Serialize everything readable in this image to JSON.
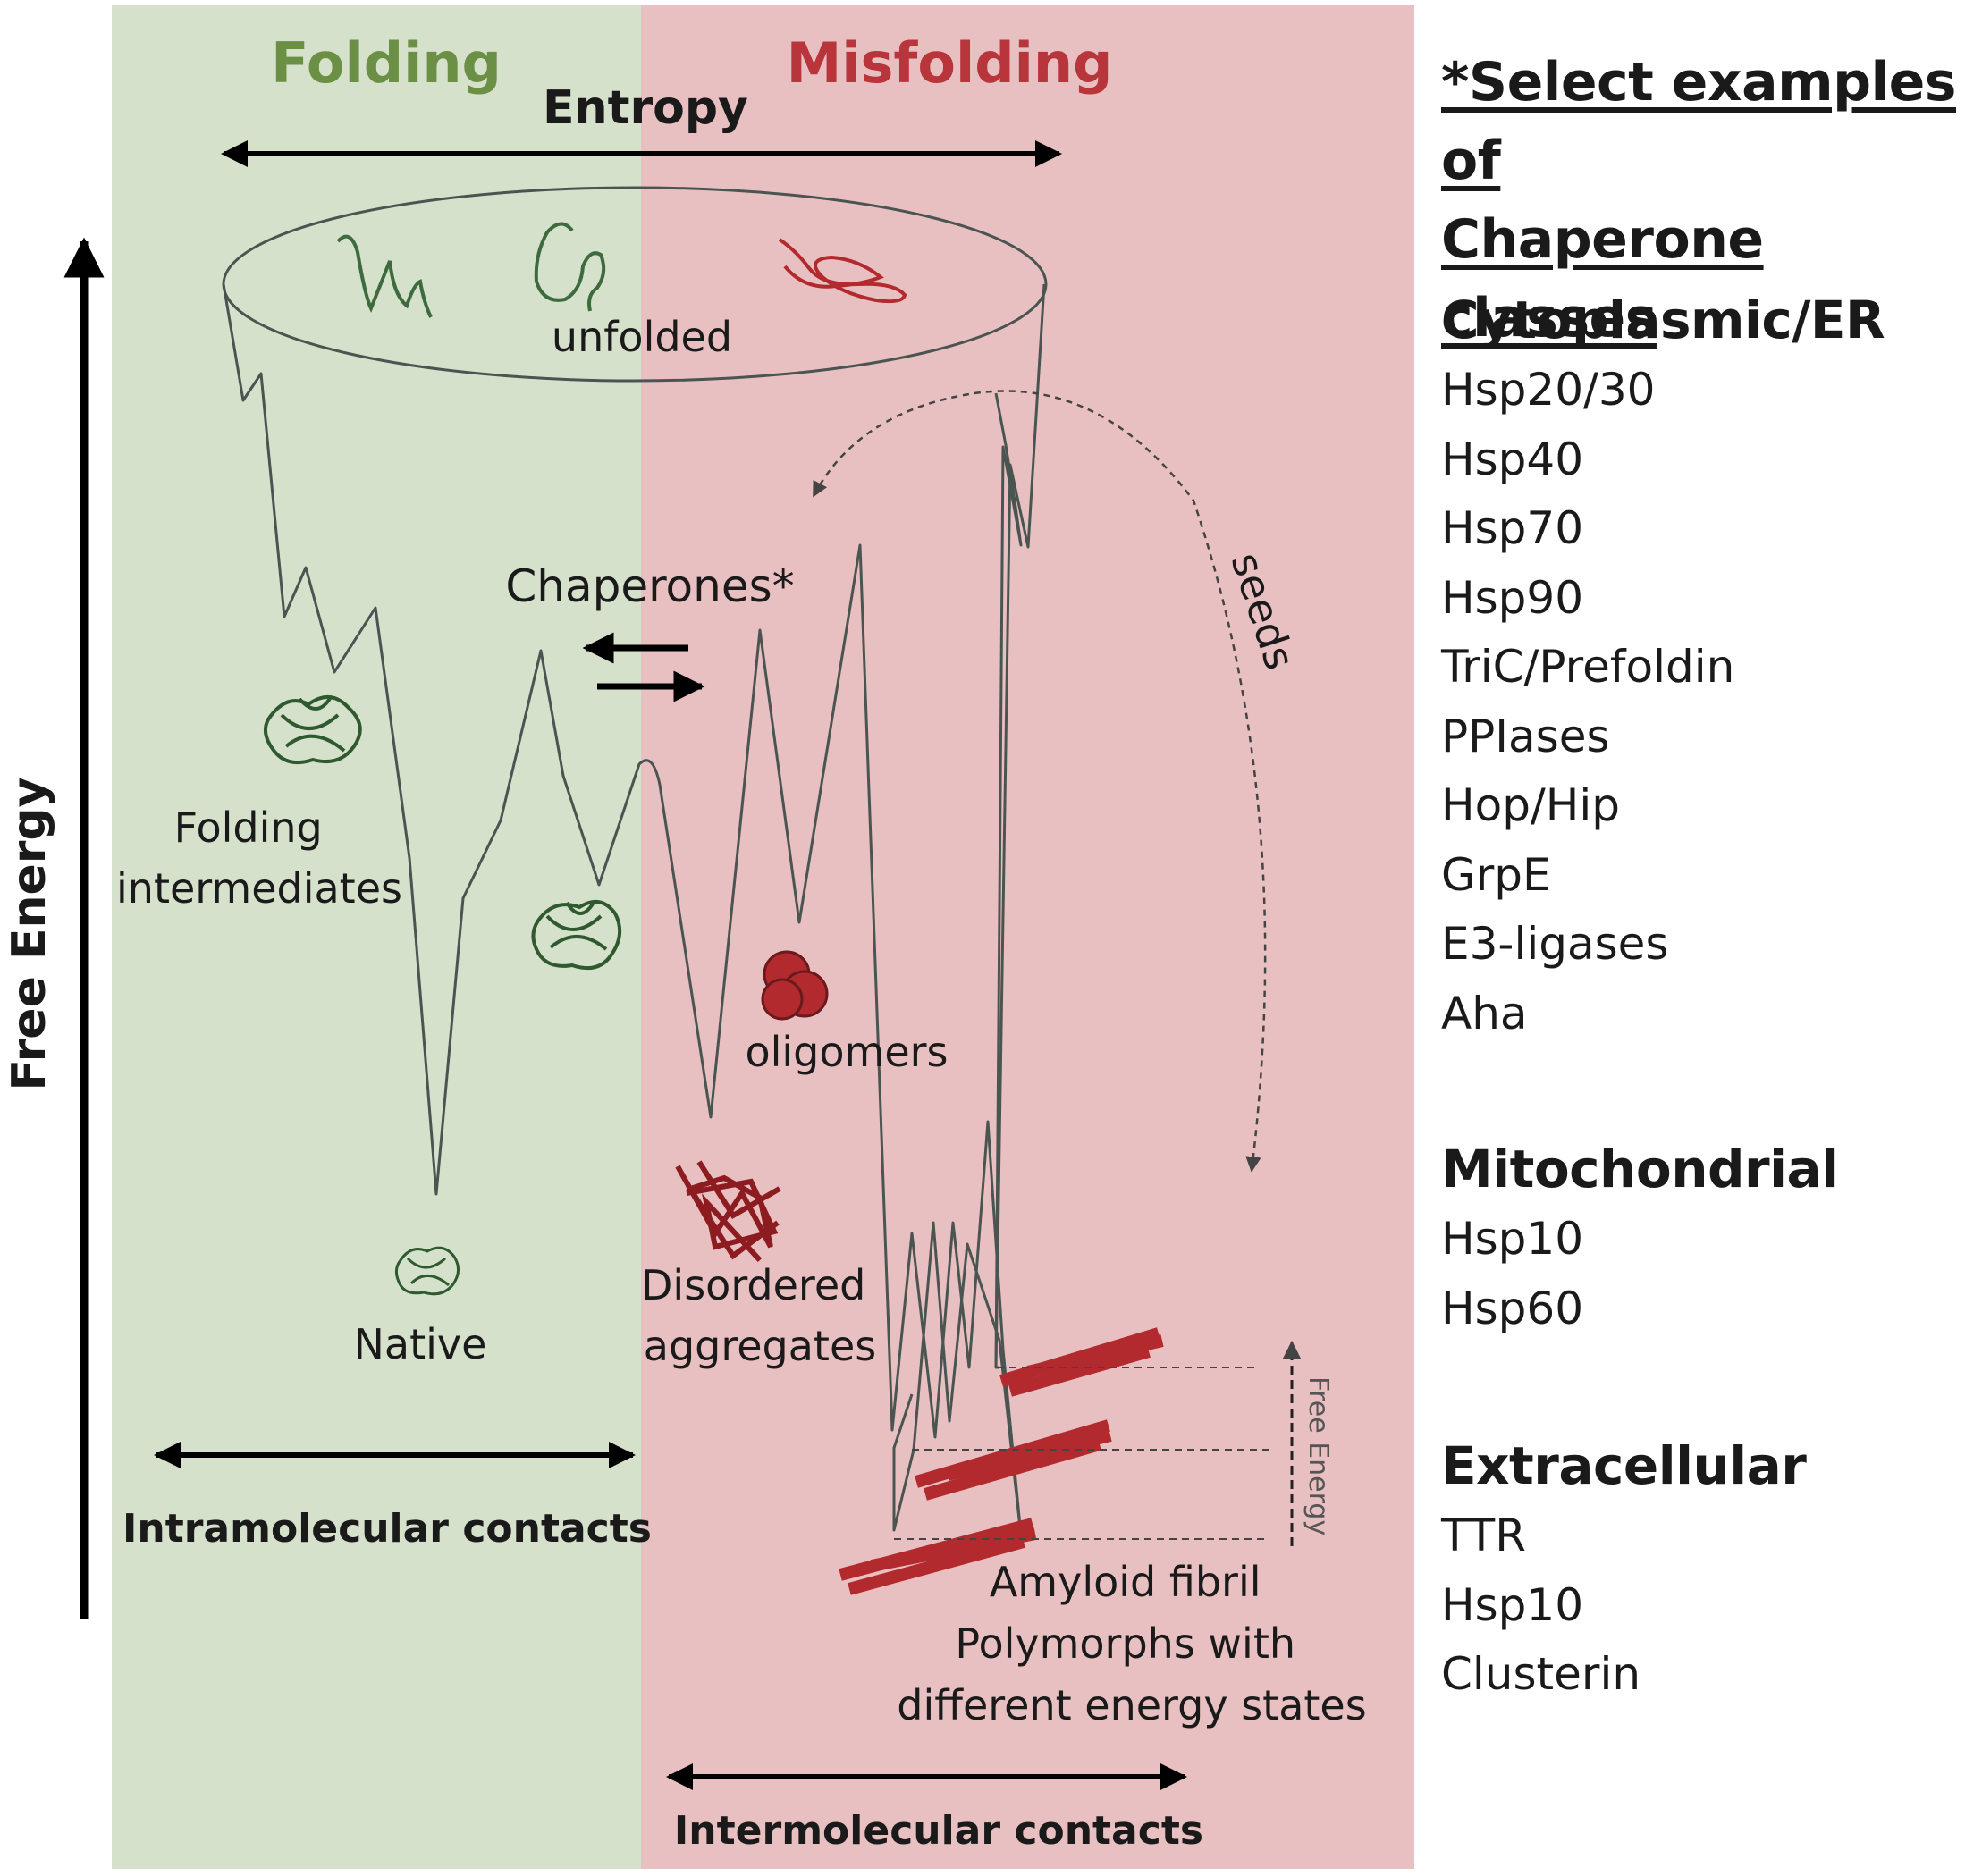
{
  "headings": {
    "folding": "Folding",
    "misfolding": "Misfolding",
    "entropy": "Entropy"
  },
  "axis": {
    "free_energy": "Free Energy"
  },
  "funnel": {
    "unfolded": "unfolded",
    "chaperones": "Chaperones*",
    "seeds": "seeds",
    "folding_intermediates": [
      "Folding",
      "intermediates"
    ],
    "native": "Native",
    "oligomers": "oligomers",
    "disordered_aggregates": [
      "Disordered",
      "aggregates"
    ],
    "amyloid": [
      "Amyloid fibril",
      "Polymorphs with",
      "different energy states"
    ],
    "inset_free_energy": "Free Energy"
  },
  "contacts": {
    "intramolecular": "Intramolecular contacts",
    "intermolecular": "Intermolecular contacts"
  },
  "legend": {
    "title_lines": [
      "*Select examples of",
      "Chaperone classes"
    ],
    "sections": [
      {
        "heading": "Cytoplasmic/ER",
        "items": [
          "Hsp20/30",
          "Hsp40",
          "Hsp70",
          "Hsp90",
          "TriC/Prefoldin",
          "PPIases",
          "Hop/Hip",
          "GrpE",
          "E3-ligases",
          "Aha"
        ]
      },
      {
        "heading": "Mitochondrial",
        "items": [
          "Hsp10",
          "Hsp60"
        ]
      },
      {
        "heading": "Extracellular",
        "items": [
          "TTR",
          "Hsp10",
          "Clusterin"
        ]
      }
    ]
  },
  "colors": {
    "folding_bg": "#d6e1cc",
    "misfolding_bg": "#e9c0c1",
    "folding_text": "#6a8f45",
    "misfolding_text": "#b8353c",
    "line": "#4a5552",
    "aggregate": "#b22a2e",
    "protein_green": "#3e6b3e"
  }
}
